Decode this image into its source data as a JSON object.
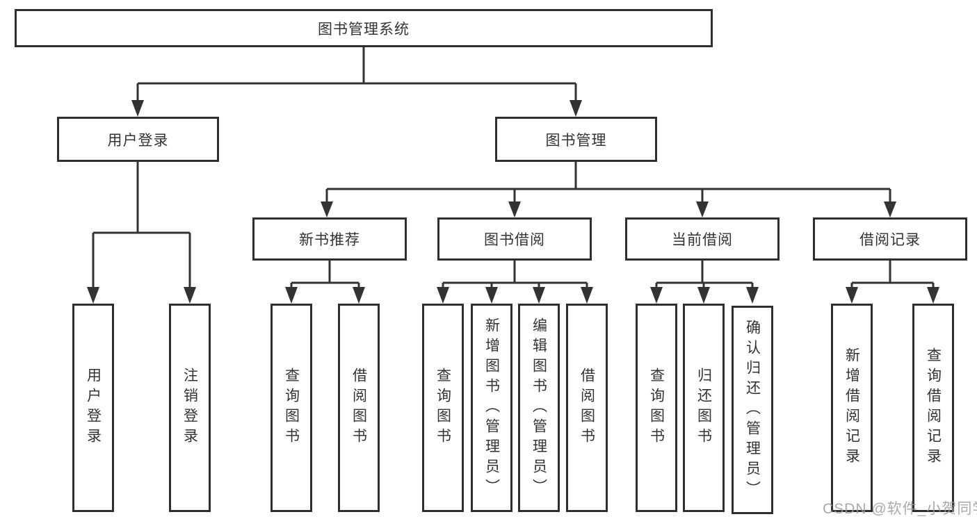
{
  "diagram": {
    "root": {
      "label": "图书管理系统",
      "children": [
        {
          "label": "用户登录",
          "children": [
            {
              "label": "用户登录"
            },
            {
              "label": "注销登录"
            }
          ]
        },
        {
          "label": "图书管理",
          "children": [
            {
              "label": "新书推荐",
              "children": [
                {
                  "label": "查询图书"
                },
                {
                  "label": "借阅图书"
                }
              ]
            },
            {
              "label": "图书借阅",
              "children": [
                {
                  "label": "查询图书"
                },
                {
                  "label": "新增图书（管理员）"
                },
                {
                  "label": "编辑图书（管理员）"
                },
                {
                  "label": "借阅图书"
                }
              ]
            },
            {
              "label": "当前借阅",
              "children": [
                {
                  "label": "查询图书"
                },
                {
                  "label": "归还图书"
                },
                {
                  "label": "确认归还（管理员）"
                }
              ]
            },
            {
              "label": "借阅记录",
              "children": [
                {
                  "label": "新增借阅记录"
                },
                {
                  "label": "查询借阅记录"
                }
              ]
            }
          ]
        }
      ]
    }
  },
  "watermark": {
    "text": "CSDN @软件_小贺同学"
  },
  "colors": {
    "line": "#333333",
    "box_border": "#2f2f2f",
    "box_fill": "#ffffff",
    "text": "#333333",
    "background": "#ffffff",
    "watermark": "#9c9c9c"
  }
}
